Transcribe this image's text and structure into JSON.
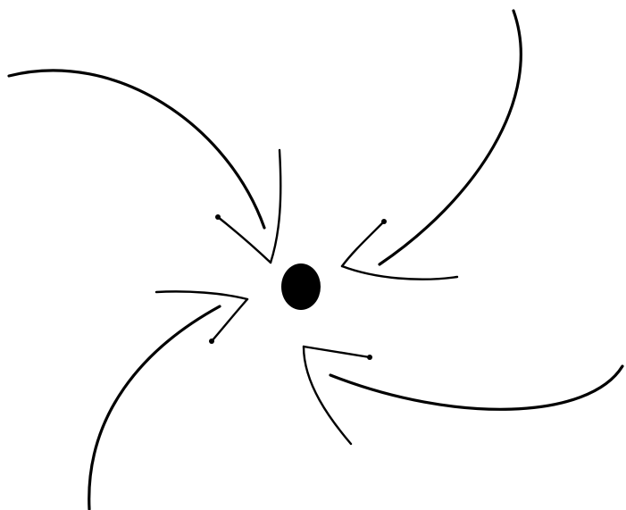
{
  "diagram": {
    "description_free": true,
    "ink_color": "#000000",
    "background_color": "#ffffff",
    "elements": {
      "center": "center-dot",
      "arrows": [
        "arrow-top-left",
        "arrow-top-right",
        "arrow-bottom-right",
        "arrow-bottom-left"
      ]
    }
  }
}
